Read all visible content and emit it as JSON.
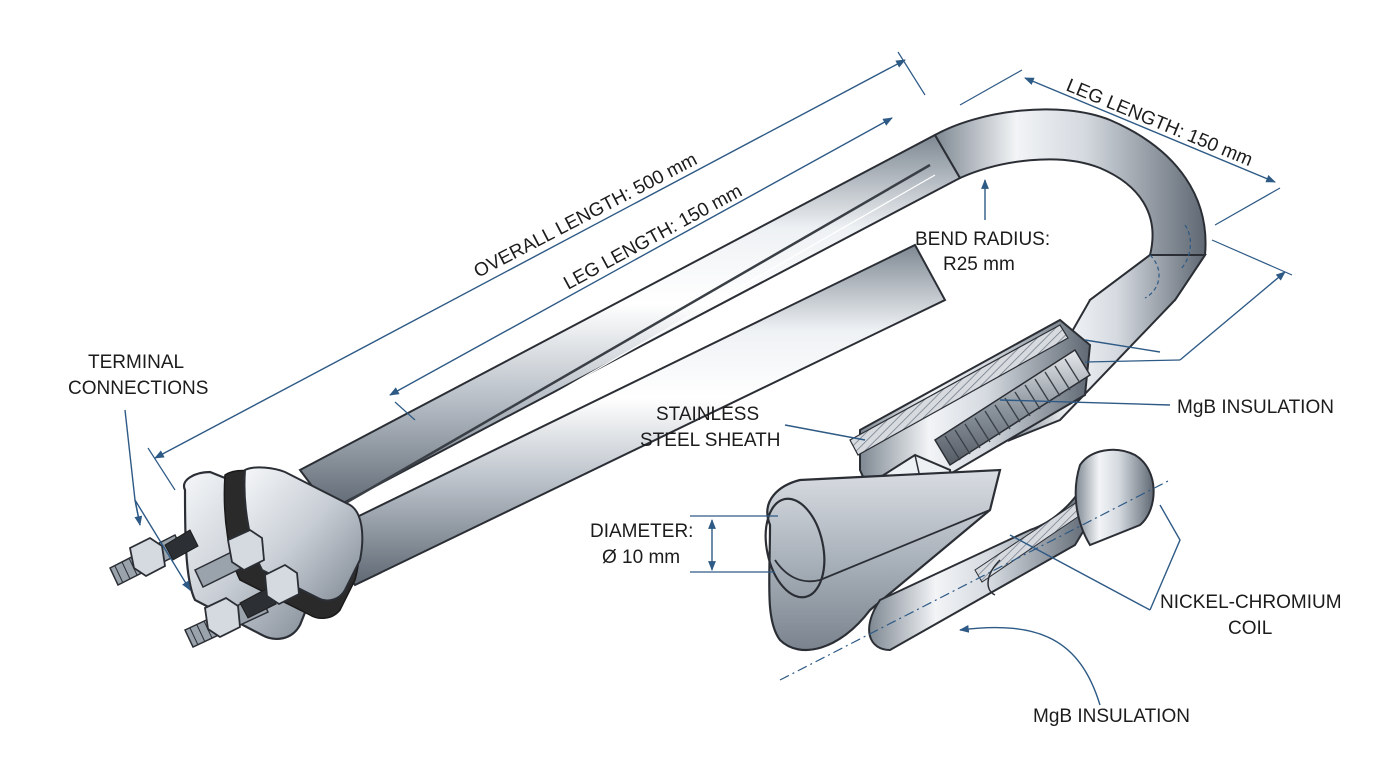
{
  "labels": {
    "overall_length": "OVERALL LENGTH: 500 mm",
    "leg_length_left": "LEG LENGTH: 150 mm",
    "leg_length_top": "LEG LENGTH: 150 mm",
    "bend_radius_1": "BEND RADIUS:",
    "bend_radius_2": "R25 mm",
    "terminal_1": "TERMINAL",
    "terminal_2": "CONNECTIONS",
    "sheath_1": "STAINLESS",
    "sheath_2": "STEEL SHEATH",
    "mgb_top": "MgB INSULATION",
    "diameter_1": "DIAMETER:",
    "diameter_2": "Ø 10 mm",
    "nichrome_1": "NICKEL-CHROMIUM",
    "nichrome_2": "COIL",
    "mgb_bottom": "MgB INSULATION"
  },
  "colors": {
    "dimension": "#2e5a86",
    "steel_light": "#f4f6f8",
    "steel_mid": "#c3c9d0",
    "steel_dark": "#6f7883",
    "gasket": "#2a2a2a"
  }
}
